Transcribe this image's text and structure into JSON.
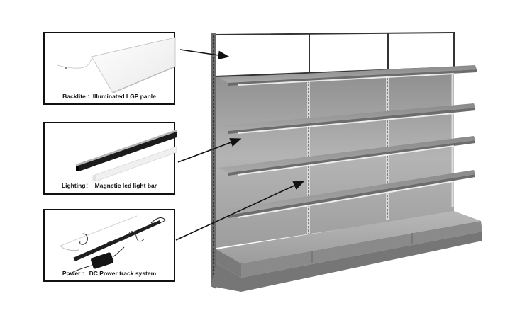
{
  "diagram": {
    "subject": "Supermarket wall shelving unit with LED lighting",
    "colors": {
      "background": "#ffffff",
      "callout_border": "#111111",
      "arrow": "#111111",
      "shelf_metal": "#9a9a9a",
      "shelf_dark": "#6f6f6f",
      "back_panel": "#a8a8a8",
      "upright": "#5a5a5a",
      "led_glow": "#f4f4f4",
      "backlite_panel": "#ffffff"
    },
    "callouts": [
      {
        "id": "backlite",
        "label": "Backlite :",
        "value": "Illuminated LGP panle",
        "caption": "Backlite :  Illuminated LGP panle",
        "image": "led-panel-with-cable",
        "points_to": "top header backlit panel"
      },
      {
        "id": "lighting",
        "label": "Lighting：",
        "value": "Magnetic led light bar",
        "caption": "Lighting：  Magnetic led light bar",
        "image": "two-led-light-bars-black-and-white",
        "points_to": "under-shelf LED strip"
      },
      {
        "id": "power",
        "label": "Power :",
        "value": "DC Power track system",
        "caption": "Power :   DC Power track system",
        "image": "power-track-with-adapter-and-cables",
        "points_to": "vertical upright power track"
      }
    ],
    "shelving_unit": {
      "bays": 3,
      "header_panels": 3,
      "shelves_per_bay": 4,
      "base_decks": 3
    }
  }
}
